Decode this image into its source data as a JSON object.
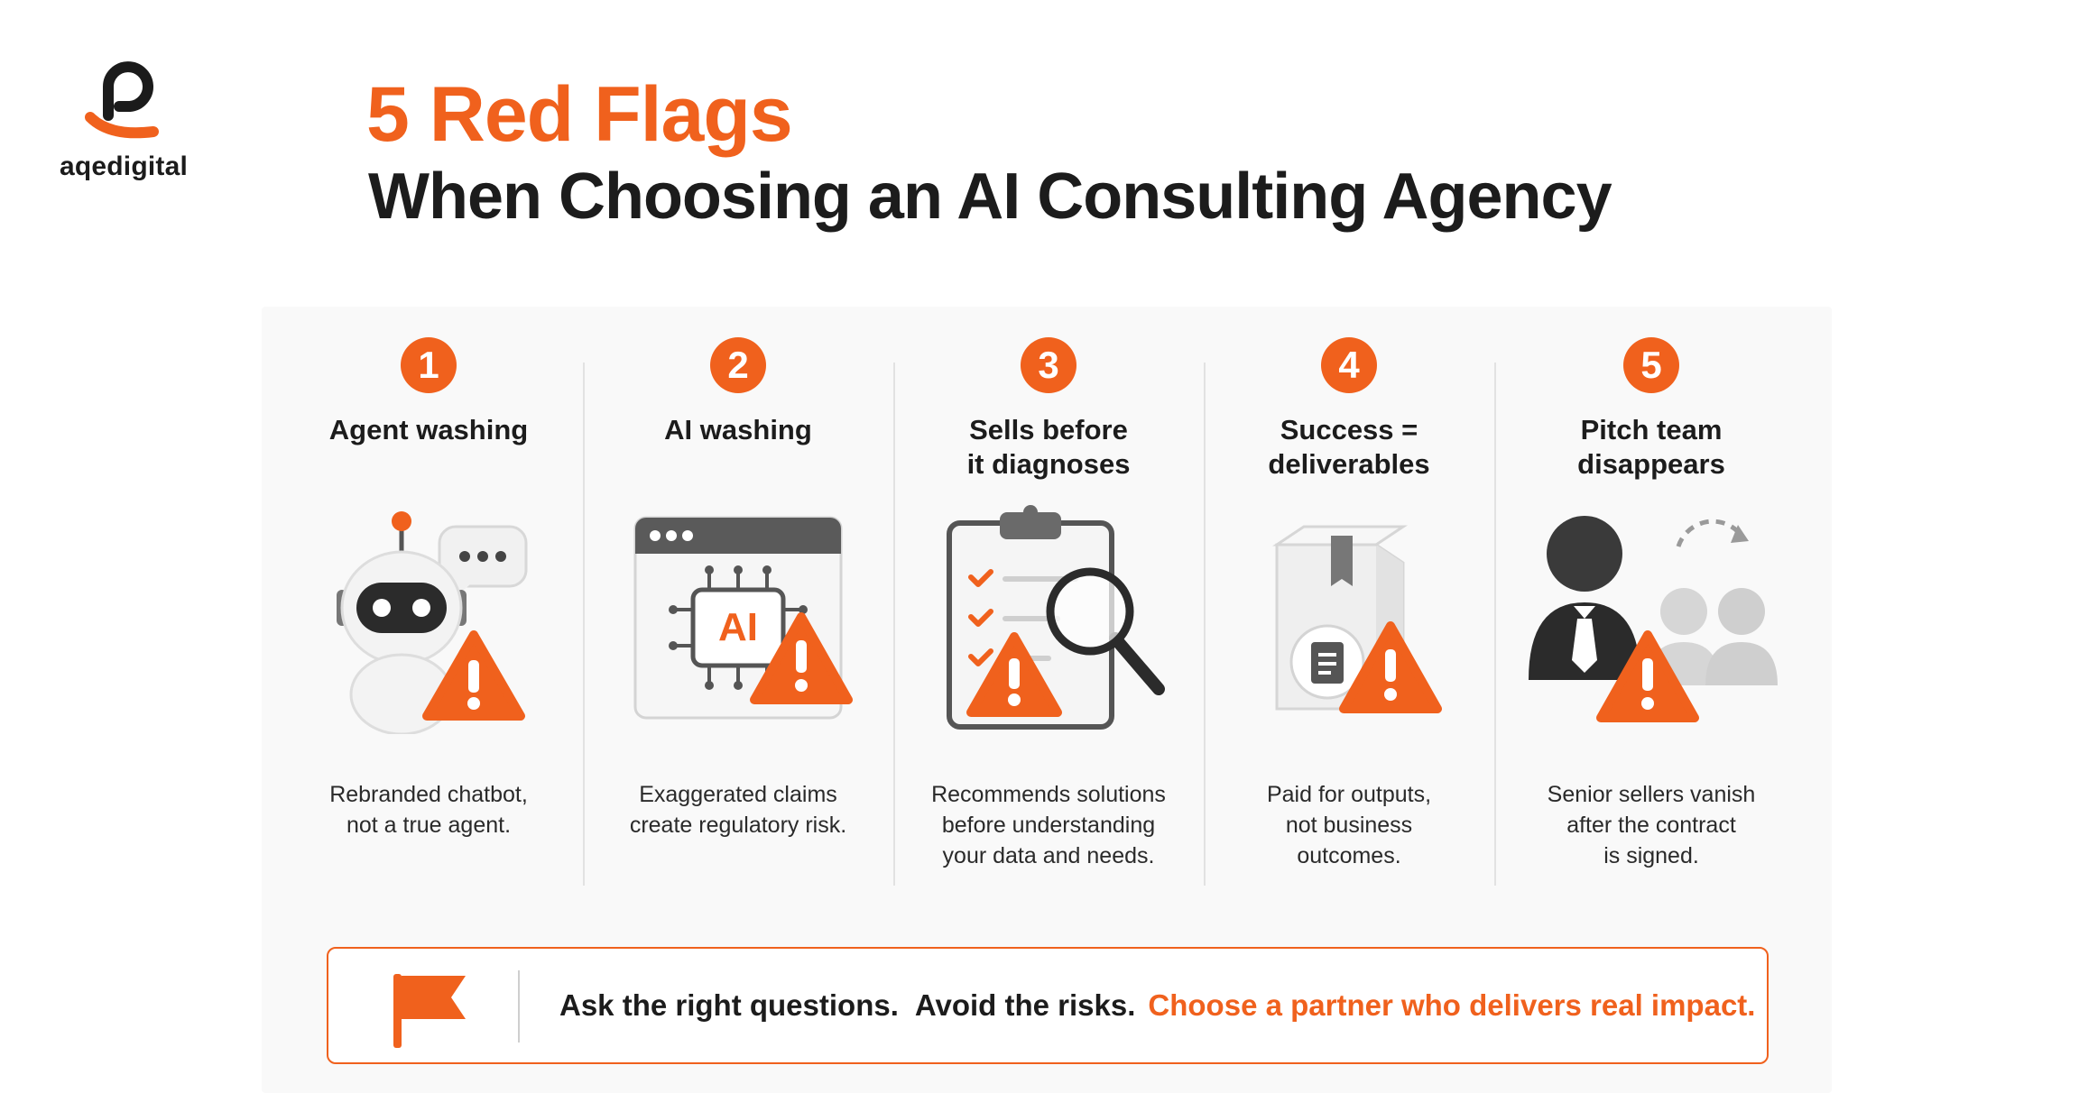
{
  "brand": {
    "logo_icon": "aqedigital-logo",
    "name": "aqedigital",
    "accent_color": "#f0611d",
    "dark_color": "#1c1c1c"
  },
  "title": {
    "line1": "5 Red Flags",
    "line2": "When Choosing an AI Consulting Agency"
  },
  "flags": [
    {
      "number": "1",
      "heading": [
        "Agent washing"
      ],
      "icon": "robot-chatbot-warning-icon",
      "description": [
        "Rebranded chatbot,",
        "not a true agent."
      ]
    },
    {
      "number": "2",
      "heading": [
        "AI washing"
      ],
      "icon": "ai-chip-browser-warning-icon",
      "chip_label": "AI",
      "description": [
        "Exaggerated claims",
        "create regulatory risk."
      ]
    },
    {
      "number": "3",
      "heading": [
        "Sells before",
        "it diagnoses"
      ],
      "icon": "clipboard-magnifier-warning-icon",
      "description": [
        "Recommends solutions",
        "before understanding",
        "your data and needs."
      ]
    },
    {
      "number": "4",
      "heading": [
        "Success =",
        "deliverables"
      ],
      "icon": "box-document-warning-icon",
      "description": [
        "Paid for outputs,",
        "not business",
        "outcomes."
      ]
    },
    {
      "number": "5",
      "heading": [
        "Pitch team",
        "disappears"
      ],
      "icon": "people-swap-warning-icon",
      "description": [
        "Senior sellers vanish",
        "after the contract",
        "is signed."
      ]
    }
  ],
  "banner": {
    "icon": "orange-flag-icon",
    "part1": "Ask the right questions.",
    "part2": "Avoid the risks.",
    "part3": "Choose a partner who delivers real impact."
  }
}
